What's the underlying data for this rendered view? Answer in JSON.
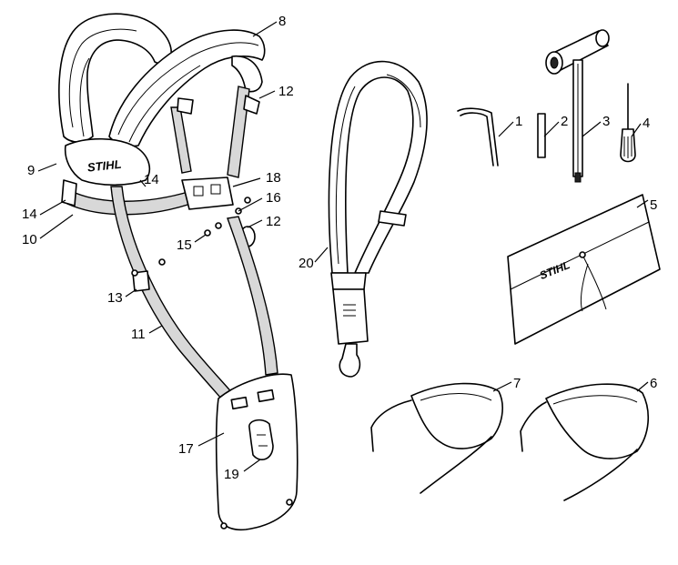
{
  "brand_text": "STIHL",
  "brand_text_pouch": "STIHL",
  "callouts": [
    "1",
    "2",
    "3",
    "4",
    "5",
    "6",
    "7",
    "8",
    "9",
    "10",
    "11",
    "12",
    "12",
    "13",
    "14",
    "14",
    "15",
    "16",
    "17",
    "18",
    "19",
    "20"
  ]
}
